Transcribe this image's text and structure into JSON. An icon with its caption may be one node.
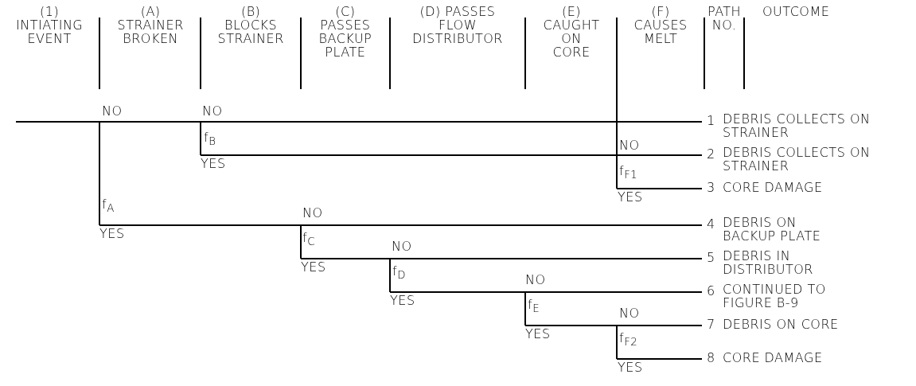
{
  "diagram": {
    "labels": [
      "(1) INTIATING EVENT",
      "(A) STRAINER BROKEN",
      "(B) BLOCKS STRAINER",
      "(C) PASSES BACKUP PLATE",
      "(D) PASSES FLOW DISTRIBUTOR",
      "(E) CAUGHT ON CORE",
      "(F) CAUSES MELT",
      "PATH NO.",
      "OUTCOME",
      "NO",
      "NO",
      "f$_{B}$",
      "NO",
      "YES",
      "f$_{F1}$",
      "YES",
      "f$_{A}$",
      "NO",
      "YES",
      "f$_{C}$",
      "NO",
      "YES",
      "f$_{D}$",
      "NO",
      "YES",
      "f$_{E}$",
      "NO",
      "YES",
      "f$_{F2}$",
      "YES",
      "1",
      "DEBRIS COLLECTS ON STRAINER",
      "2",
      "DEBRIS COLLECTS ON STRAINER",
      "3",
      "CORE DAMAGE",
      "4",
      "DEBRIS ON BACKUP PLATE",
      "5",
      "DEBRIS IN DISTRIBUTOR",
      "6",
      "CONTINUED TO FIGURE B-9",
      "7",
      "DEBRIS ON CORE",
      "8",
      "CORE DAMAGE"
    ]
  }
}
